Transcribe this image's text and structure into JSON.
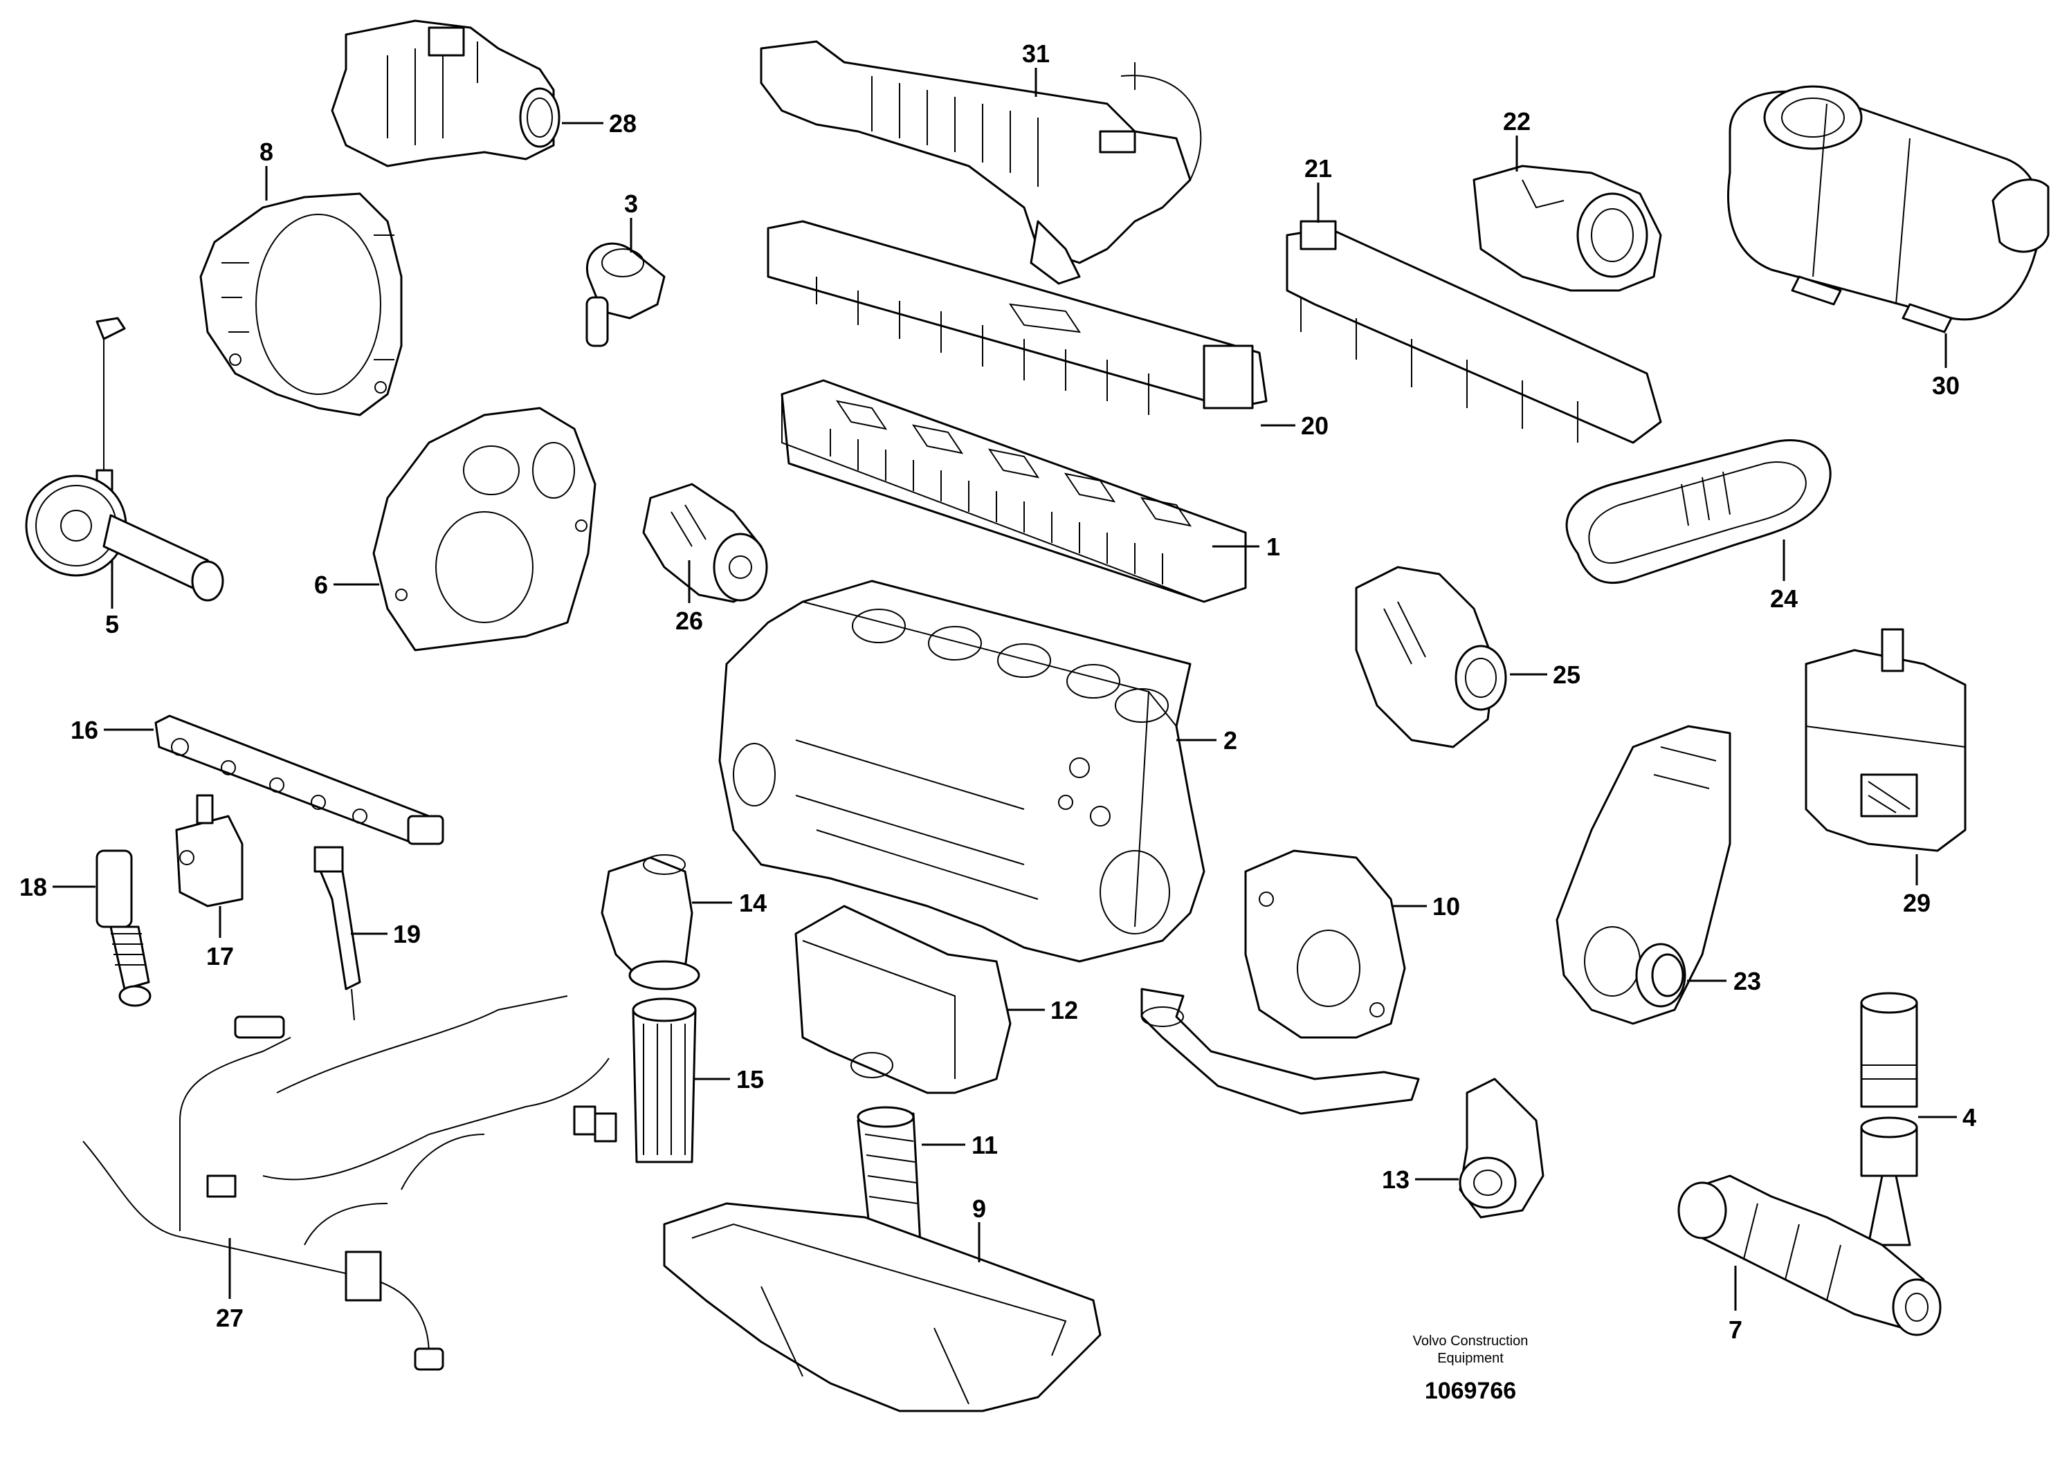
{
  "diagram": {
    "parts": [
      {
        "id": "p1",
        "label": "1"
      },
      {
        "id": "p2",
        "label": "2"
      },
      {
        "id": "p3",
        "label": "3"
      },
      {
        "id": "p4",
        "label": "4"
      },
      {
        "id": "p5",
        "label": "5"
      },
      {
        "id": "p6",
        "label": "6"
      },
      {
        "id": "p7",
        "label": "7"
      },
      {
        "id": "p8",
        "label": "8"
      },
      {
        "id": "p9",
        "label": "9"
      },
      {
        "id": "p10",
        "label": "10"
      },
      {
        "id": "p11",
        "label": "11"
      },
      {
        "id": "p12",
        "label": "12"
      },
      {
        "id": "p13",
        "label": "13"
      },
      {
        "id": "p14",
        "label": "14"
      },
      {
        "id": "p15",
        "label": "15"
      },
      {
        "id": "p16",
        "label": "16"
      },
      {
        "id": "p17",
        "label": "17"
      },
      {
        "id": "p18",
        "label": "18"
      },
      {
        "id": "p19",
        "label": "19"
      },
      {
        "id": "p20",
        "label": "20"
      },
      {
        "id": "p21",
        "label": "21"
      },
      {
        "id": "p22",
        "label": "22"
      },
      {
        "id": "p23",
        "label": "23"
      },
      {
        "id": "p24",
        "label": "24"
      },
      {
        "id": "p25",
        "label": "25"
      },
      {
        "id": "p26",
        "label": "26"
      },
      {
        "id": "p27",
        "label": "27"
      },
      {
        "id": "p28",
        "label": "28"
      },
      {
        "id": "p29",
        "label": "29"
      },
      {
        "id": "p30",
        "label": "30"
      },
      {
        "id": "p31",
        "label": "31"
      }
    ]
  },
  "footer": {
    "brand_line1": "Volvo Construction",
    "brand_line2": "Equipment",
    "drawing_number": "1069766"
  }
}
